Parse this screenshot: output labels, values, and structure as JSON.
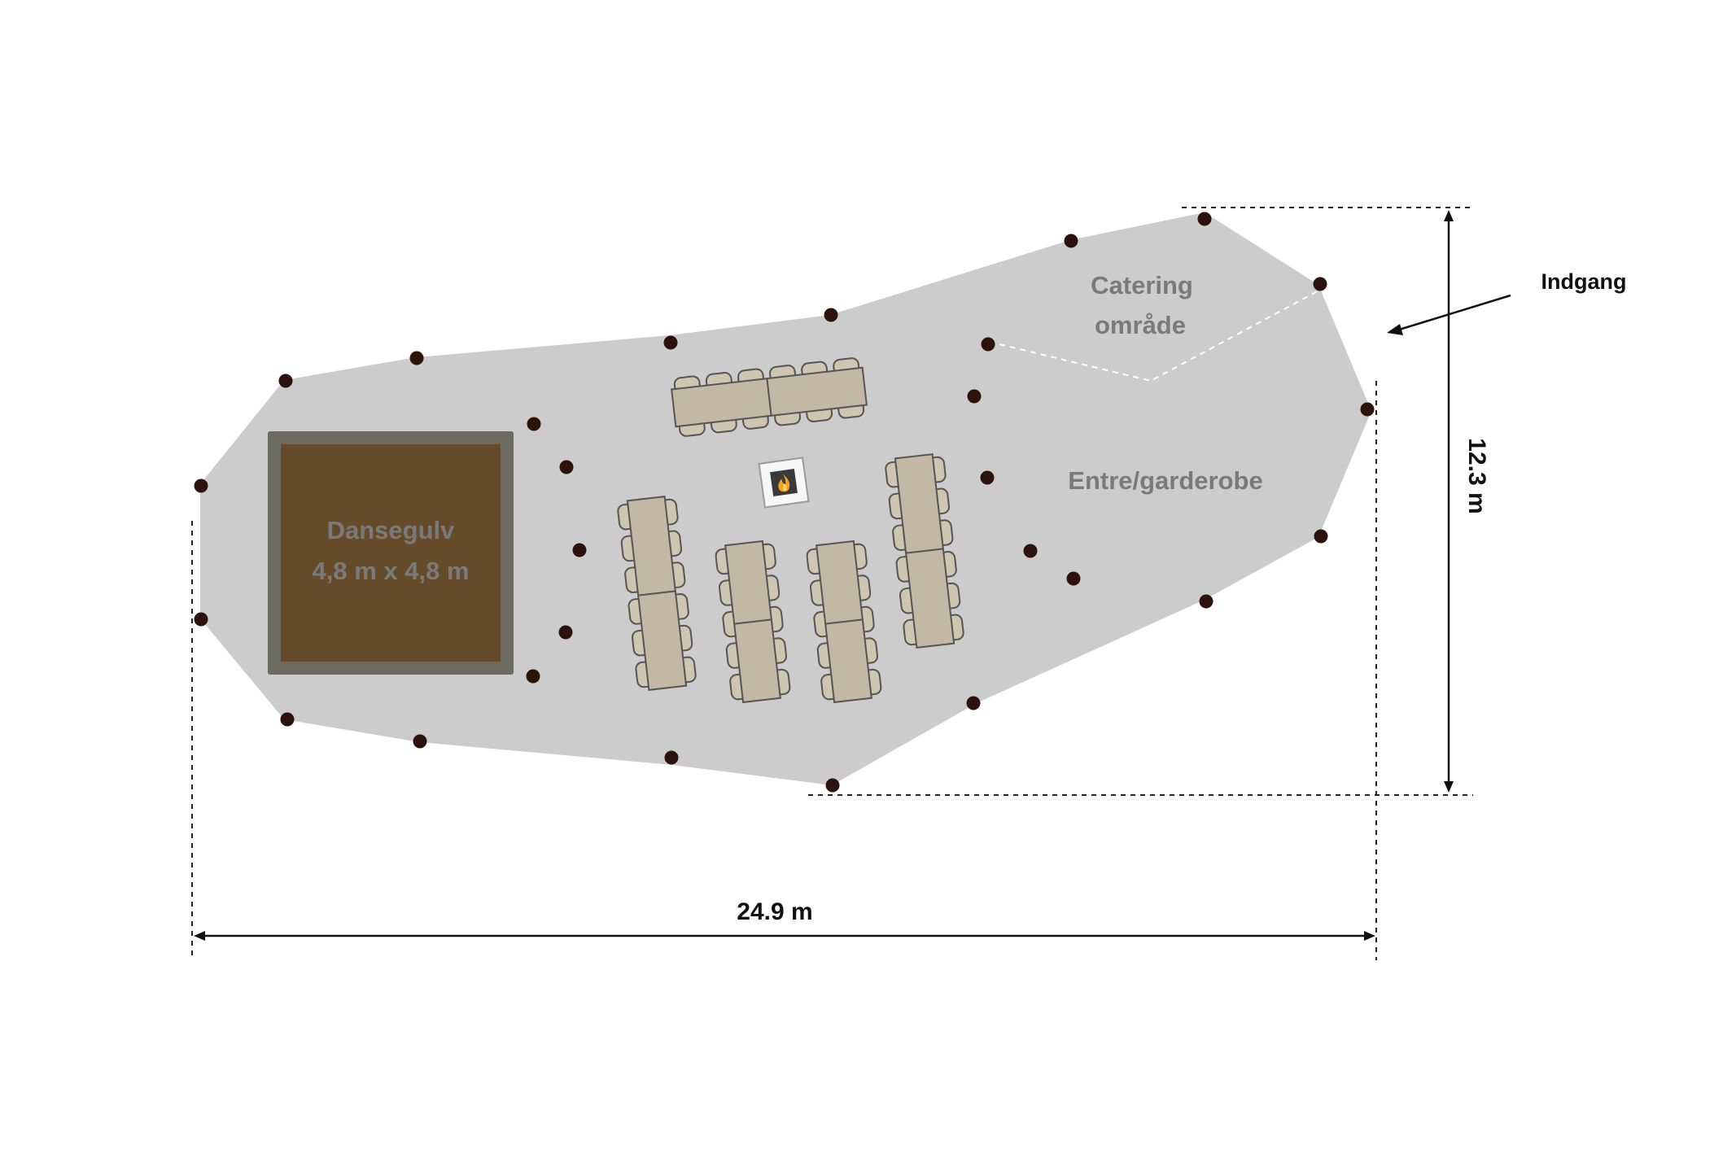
{
  "zones": {
    "dance_floor_title": "Dansegulv",
    "dance_floor_size": "4,8 m x 4,8 m",
    "catering_line1": "Catering",
    "catering_line2": "område",
    "entrance_area": "Entre/garderobe"
  },
  "entrance_label": "Indgang",
  "dimensions": {
    "width": "24.9 m",
    "depth": "12.3 m"
  },
  "icons": {
    "fireplace": "fire-icon"
  },
  "colors": {
    "floor": "#cccccc",
    "dance_floor": "#664b2a",
    "dance_floor_border": "#6b6b5f",
    "table": "#c2b8a3",
    "pole": "#2b130b",
    "zone_text": "#7a7a7a",
    "dim_text": "#111111"
  }
}
